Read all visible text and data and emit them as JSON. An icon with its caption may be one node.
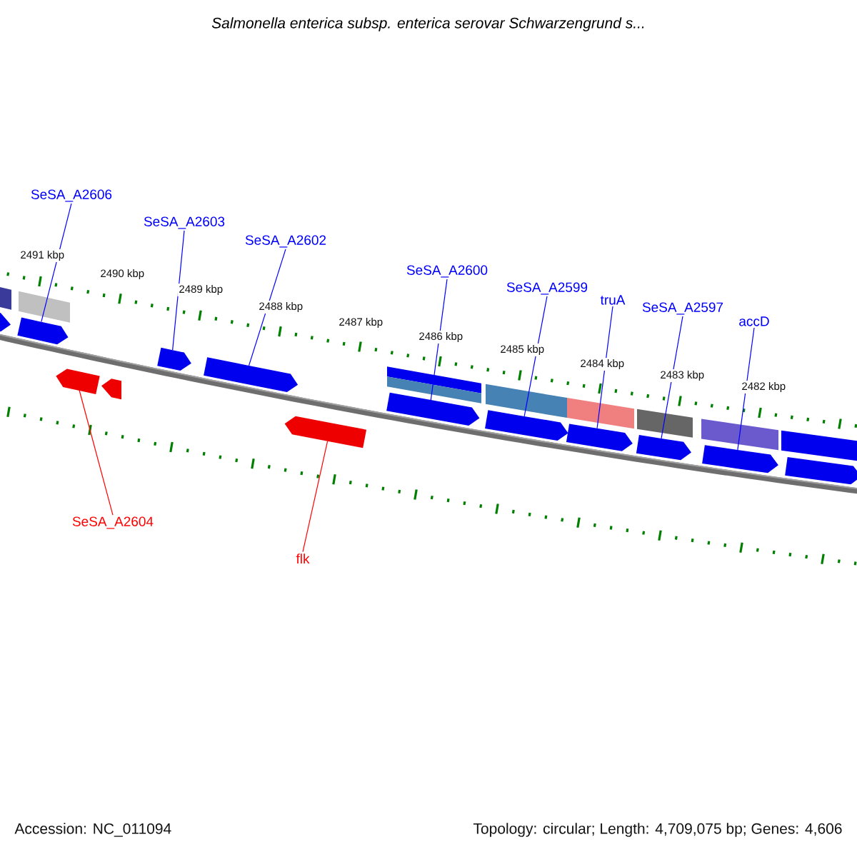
{
  "diagram": {
    "title": "*Salmonella enterica subsp. enterica serovar Schwarzengrund s...*",
    "nodes": [
      {
        "text": [
          "SeSA_A2606"
        ]
      },
      {
        "text": [
          "SeSA_A2603"
        ]
      },
      {
        "text": [
          "SeSA_A2602"
        ]
      },
      {
        "text": [
          "SeSA_A2600"
        ]
      },
      {
        "text": [
          "SeSA_A2599"
        ]
      },
      {
        "text": [
          "truA"
        ]
      },
      {
        "text": [
          "SeSA_A2597"
        ]
      },
      {
        "text": [
          "accD"
        ]
      },
      {
        "text": [
          "SeSA_A2604"
        ]
      },
      {
        "text": [
          "flk"
        ]
      },
      {
        "text": [],
        "shape": "arrow"
      },
      {
        "text": [],
        "shape": "arrow"
      },
      {
        "text": [],
        "shape": "arrow"
      },
      {
        "text": [],
        "shape": "arrow"
      },
      {
        "text": [],
        "shape": "arrow"
      },
      {
        "text": [],
        "shape": "arrow"
      },
      {
        "text": [],
        "shape": "arrow"
      },
      {
        "text": [],
        "shape": "arrow"
      },
      {
        "text": [],
        "shape": "arrow"
      },
      {
        "text": [],
        "shape": "arrow"
      },
      {
        "text": [],
        "shape": "arrow"
      }
    ],
    "edges": [
      {
        "from": 0,
        "to": 10,
        "arrow": "none"
      },
      {
        "from": 1,
        "to": 11,
        "arrow": "none"
      },
      {
        "from": 2,
        "to": 12,
        "arrow": "none"
      },
      {
        "from": 3,
        "to": 13,
        "arrow": "none"
      },
      {
        "from": 4,
        "to": 14,
        "arrow": "none"
      },
      {
        "from": 5,
        "to": 15,
        "arrow": "none"
      },
      {
        "from": 6,
        "to": 16,
        "arrow": "none"
      },
      {
        "from": 7,
        "to": 17,
        "arrow": "none"
      },
      {
        "from": 8,
        "to": 18,
        "arrow": "none",
        "color": "#ff0000"
      },
      {
        "from": 9,
        "to": 19,
        "arrow": "none",
        "color": "#ff0000"
      }
    ],
    "labels": [
      "2491 kbp",
      "2490 kbp",
      "2489 kbp",
      "2488 kbp",
      "2487 kbp",
      "2486 kbp",
      "2485 kbp",
      "2484 kbp",
      "2483 kbp",
      "2482 kbp",
      "Accession: NC_011094",
      "Topology: circular; Length: 4,709,075 bp; Genes: 4,606"
    ]
  }
}
